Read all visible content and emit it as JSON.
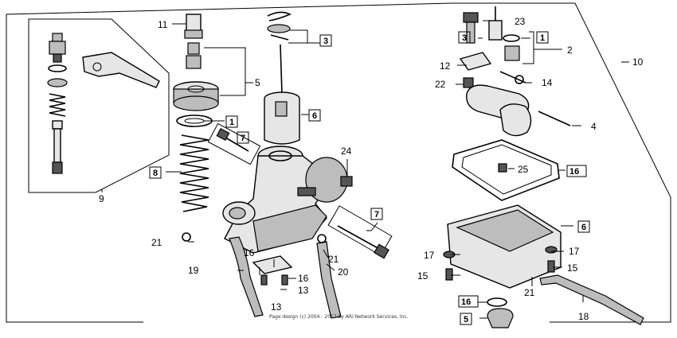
{
  "labels": {
    "l1": "1",
    "l2": "2",
    "l3": "3",
    "l4": "4",
    "l5": "5",
    "l6": "6",
    "l7": "7",
    "l8": "8",
    "l9": "9",
    "l10": "10",
    "l11": "11",
    "l12": "12",
    "l13": "13",
    "l14": "14",
    "l15": "15",
    "l16": "16",
    "l17": "17",
    "l18": "18",
    "l19": "19",
    "l20": "20",
    "l21": "21",
    "l22": "22",
    "l23": "23",
    "l24": "24",
    "l25": "25"
  },
  "copyright": "Page design (c) 2004 - 2017 by ARI Network Services, Inc."
}
